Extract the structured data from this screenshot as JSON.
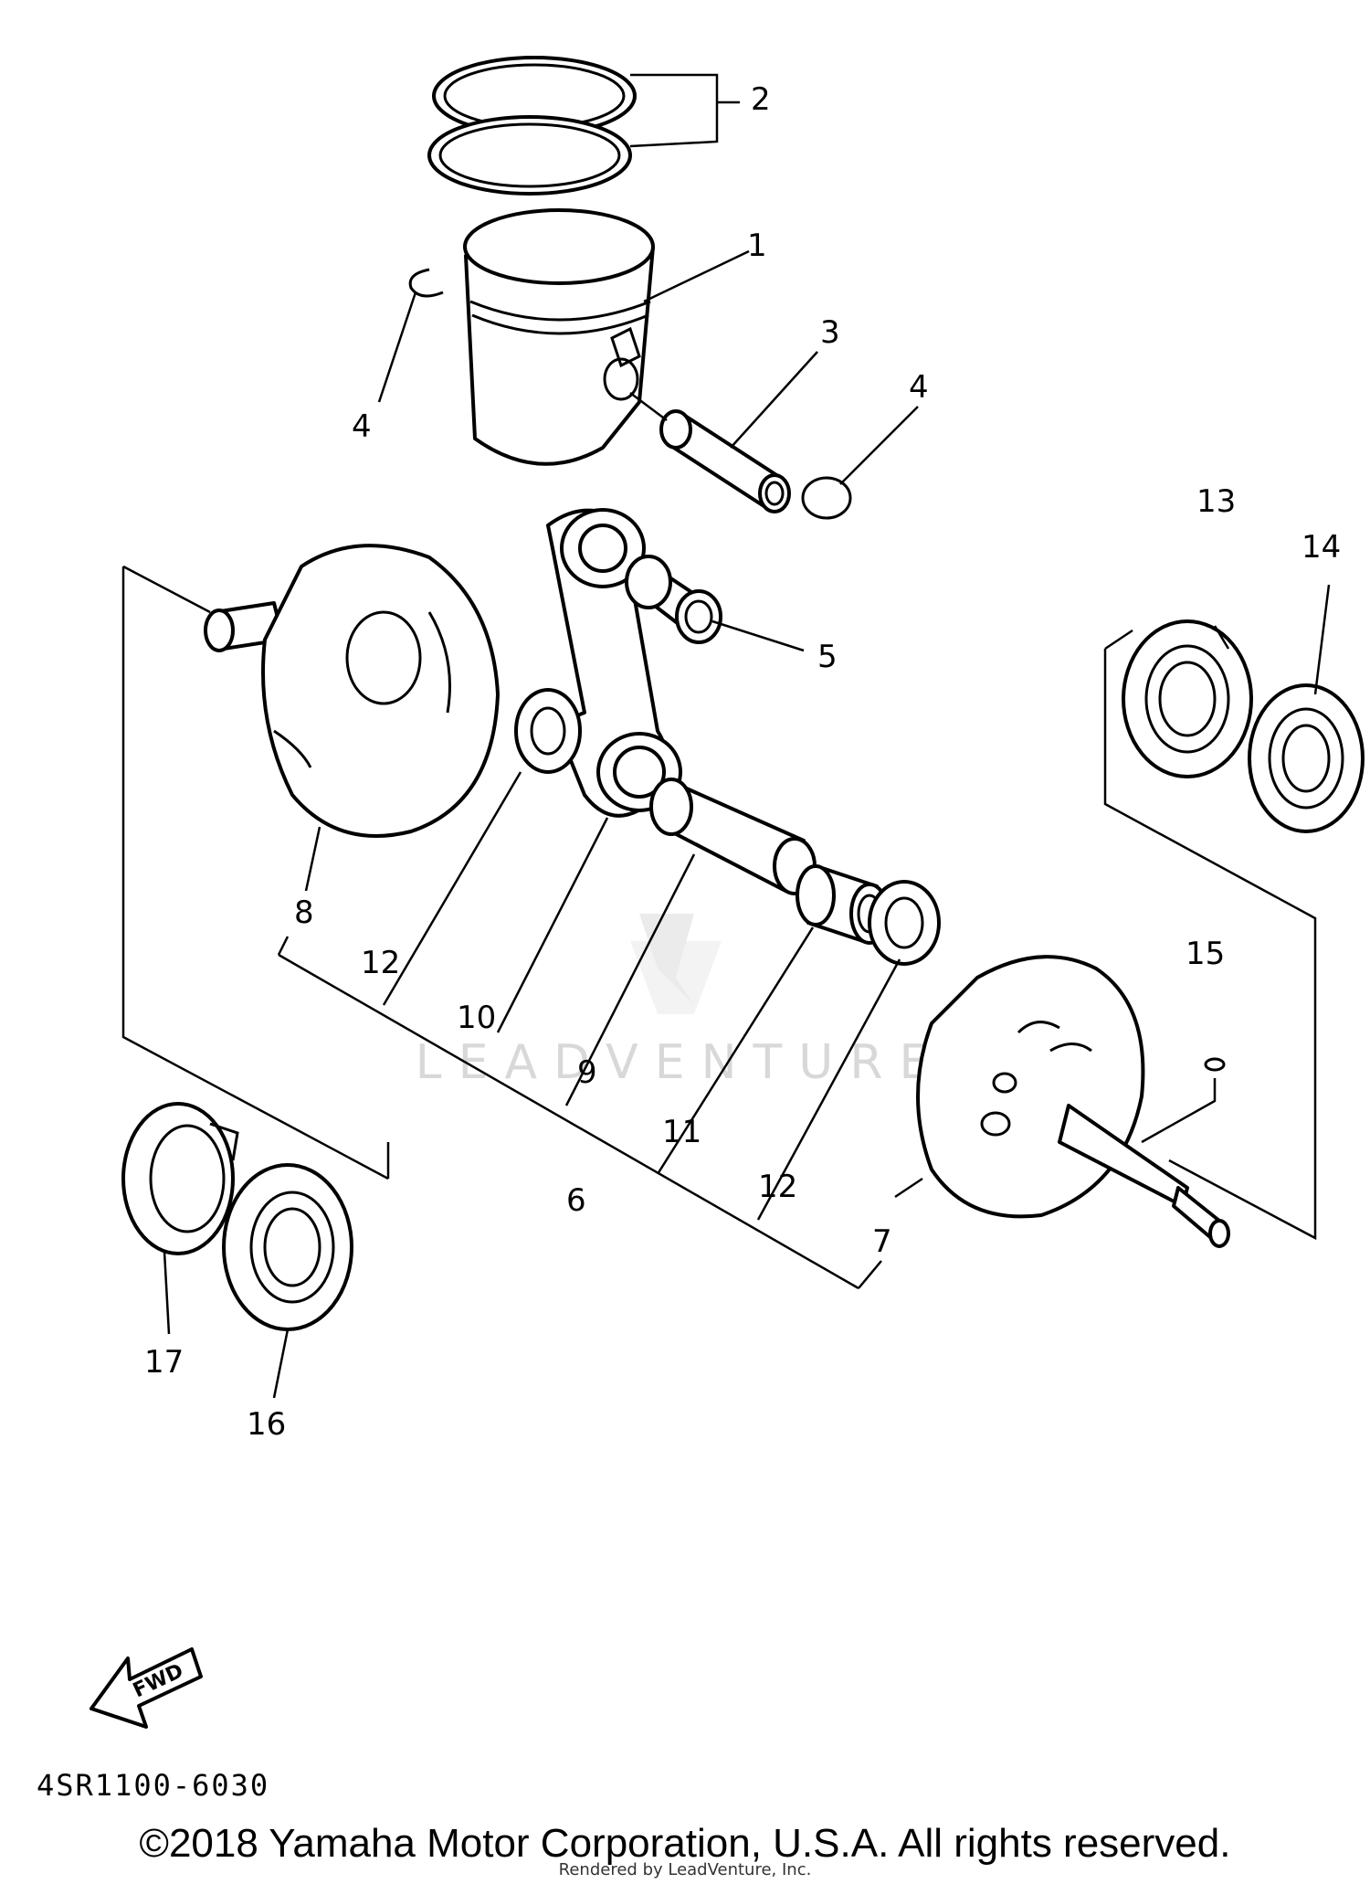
{
  "diagram": {
    "callouts": [
      "1",
      "2",
      "3",
      "4",
      "4",
      "5",
      "6",
      "7",
      "8",
      "9",
      "10",
      "11",
      "12",
      "12",
      "13",
      "14",
      "15",
      "16",
      "17"
    ],
    "fwd_label": "FWD",
    "part_code": "4SR1100-6030",
    "watermark": "LEADVENTURE"
  },
  "footer": {
    "copyright": "©2018 Yamaha Motor Corporation, U.S.A. All rights reserved.",
    "rendered_by": "Rendered by LeadVenture, Inc."
  }
}
